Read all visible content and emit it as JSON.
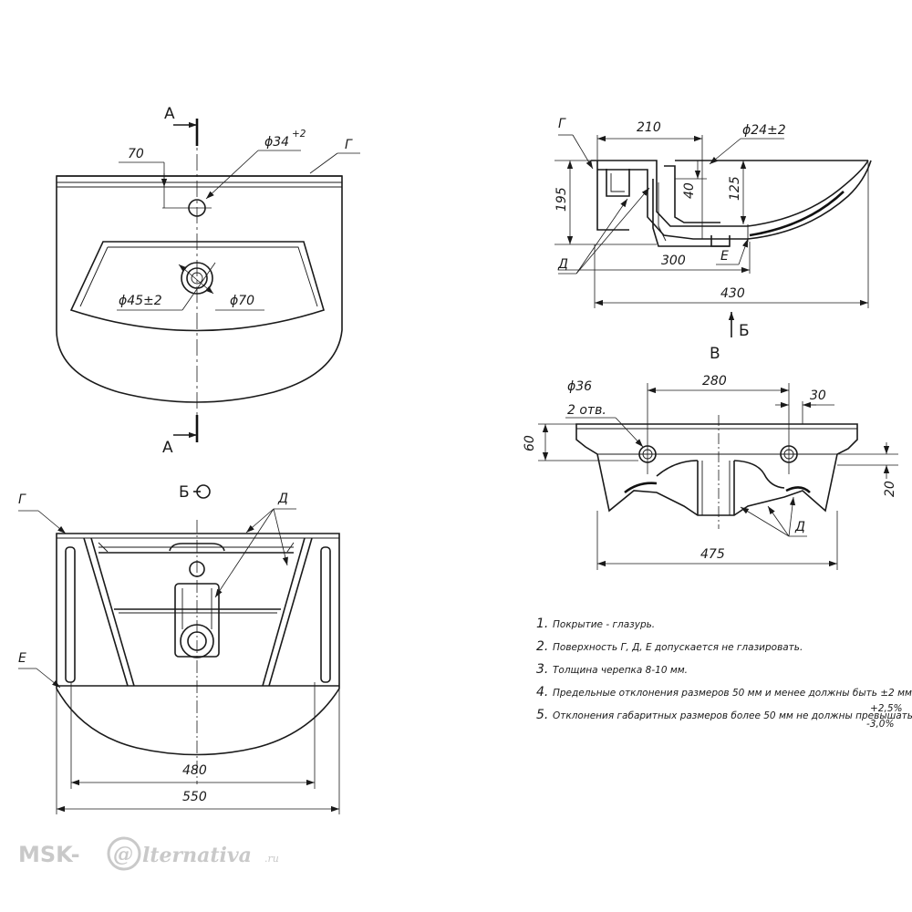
{
  "labels": {
    "section_a": "А",
    "view_b": "Б",
    "view_v": "В",
    "g": "Г",
    "d": "Д",
    "e": "Е"
  },
  "dims": {
    "d70_top": "70",
    "phi34": "ϕ34",
    "phi34_tol": "+2",
    "phi45": "ϕ45±2",
    "phi70": "ϕ70",
    "w210": "210",
    "phi24": "ϕ24±2",
    "h195": "195",
    "h40": "40",
    "h125": "125",
    "w300": "300",
    "w430": "430",
    "phi36": "ϕ36",
    "holes2": "2 отв.",
    "w280": "280",
    "w30": "30",
    "h60": "60",
    "h20": "20",
    "w475": "475",
    "w480": "480",
    "w550": "550"
  },
  "notes": [
    {
      "num": "1.",
      "text": "Покрытие - глазурь."
    },
    {
      "num": "2.",
      "text": "Поверхность Г, Д, Е допускается не глазировать."
    },
    {
      "num": "3.",
      "text": "Толщина черепка 8-10 мм."
    },
    {
      "num": "4.",
      "text": "Предельные отклонения размеров 50 мм и менее должны быть ±2  мм."
    },
    {
      "num": "5.",
      "text": "Отклонения габаритных размеров более 50 мм не должны превышать"
    }
  ],
  "tolerance_plus": "+2,5%",
  "tolerance_minus": "-3,0%",
  "watermark": {
    "prefix": "MSK-",
    "at": "@",
    "brand": "lternativa",
    "suffix": ".ru"
  }
}
